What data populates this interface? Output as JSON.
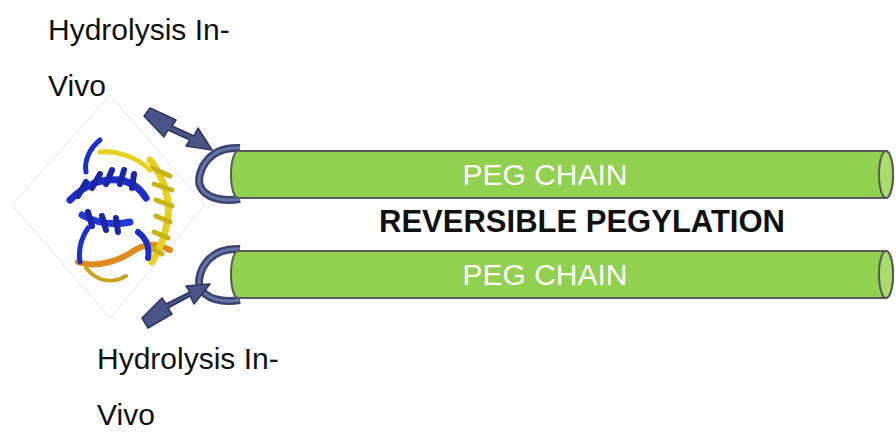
{
  "diagram": {
    "nodes": [
      {
        "text": [
          "PEG CHAIN"
        ]
      },
      {
        "text": [
          "PEG CHAIN"
        ]
      }
    ],
    "labels": [
      "Hydrolysis In-Vivo",
      "REVERSIBLE PEGYLATION",
      "Hydrolysis In-Vivo"
    ]
  }
}
